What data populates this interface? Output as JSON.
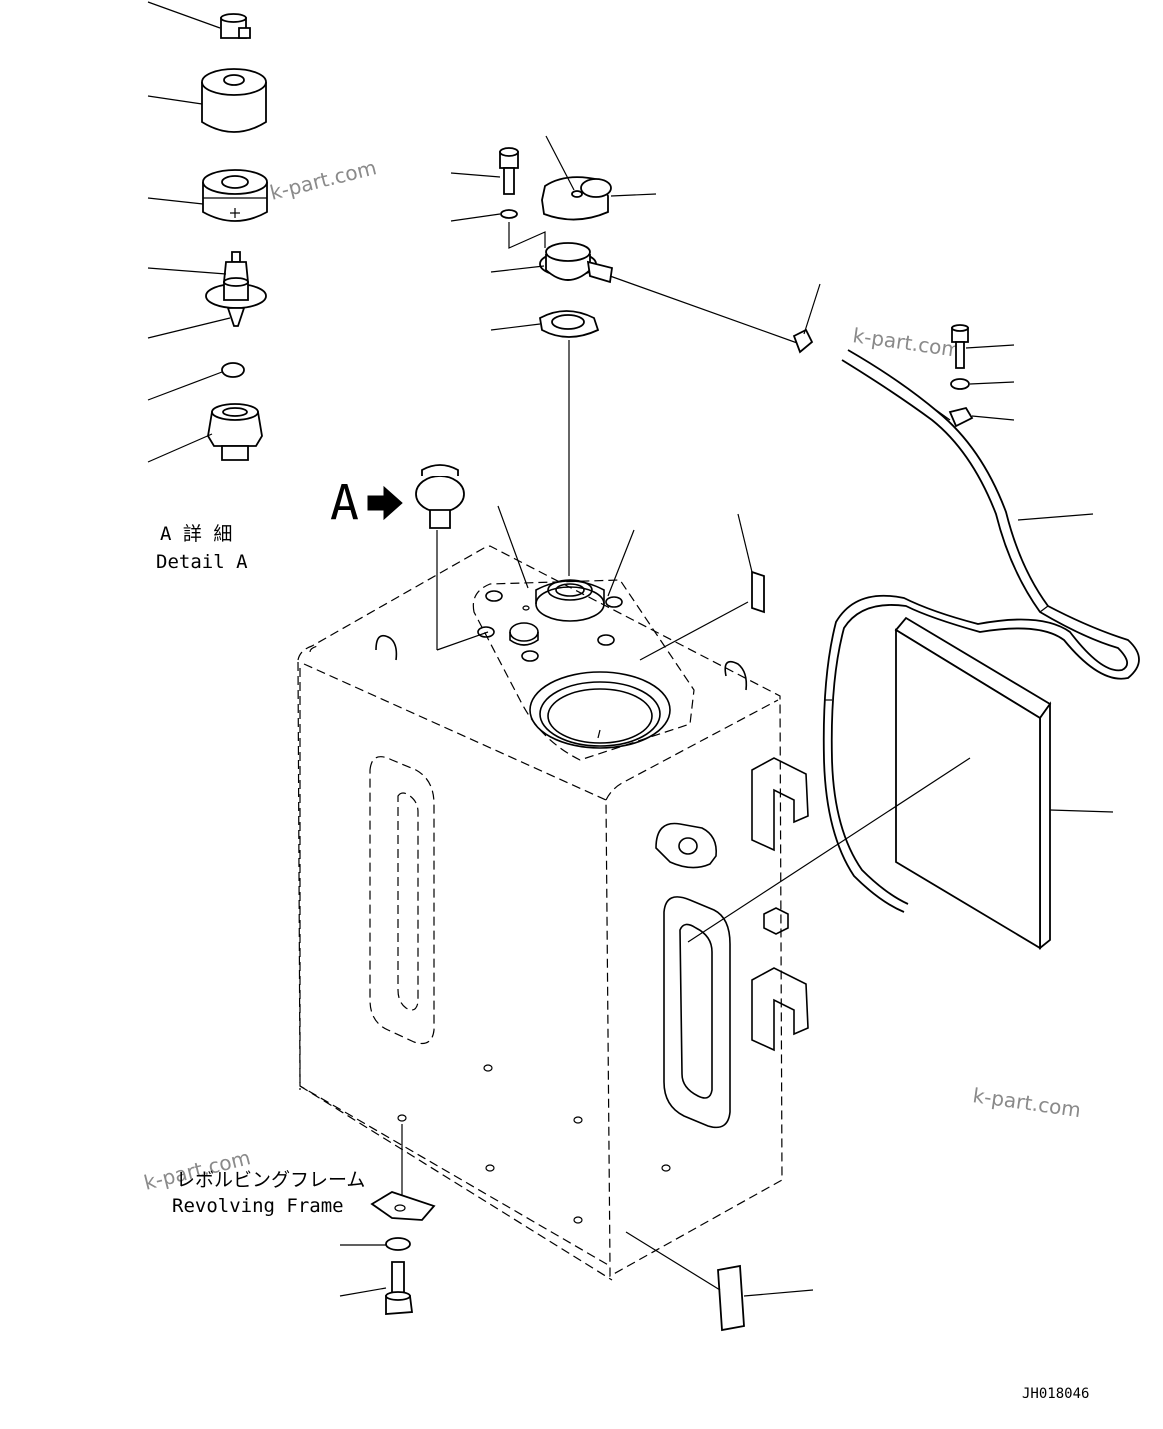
{
  "detail_marker": {
    "letter": "A"
  },
  "detail_label": {
    "jp": "A 詳 細",
    "en": "Detail A"
  },
  "frame_label": {
    "jp": "レボルビングフレーム",
    "en": "Revolving Frame"
  },
  "drawing_number": "JH018046",
  "watermarks": [
    "k-part.com",
    "k-part.com",
    "k-part.com",
    "k-part.com"
  ]
}
